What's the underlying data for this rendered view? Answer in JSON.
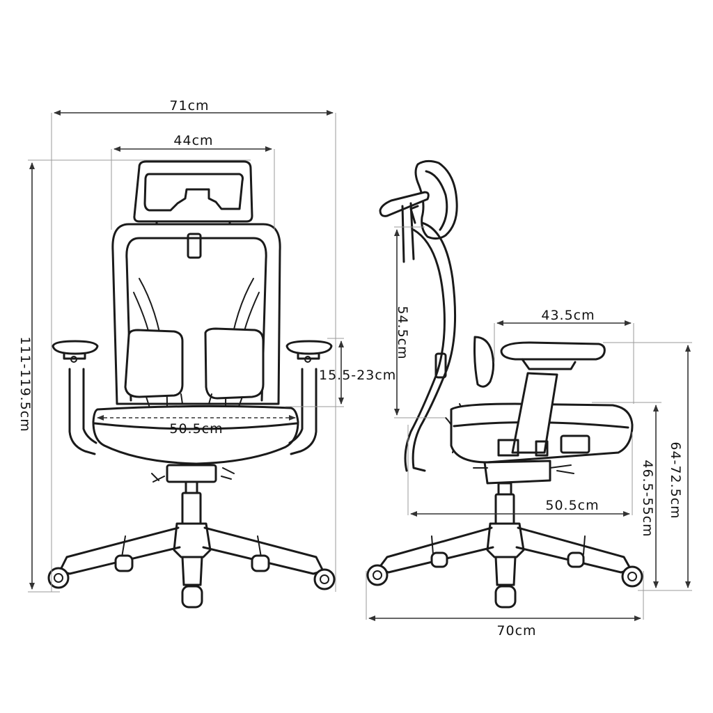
{
  "front_view": {
    "overall_width": "71cm",
    "backrest_width": "44cm",
    "total_height": "111-119.5cm",
    "armrest_adjust": "15.5-23cm",
    "seat_width": "50.5cm"
  },
  "side_view": {
    "backrest_height": "54.5cm",
    "armrest_length": "43.5cm",
    "seat_depth": "50.5cm",
    "seat_height": "46.5-55cm",
    "armrest_height": "64-72.5cm",
    "base_depth": "70cm"
  },
  "colors": {
    "line": "#1a1a1a",
    "dimension": "#333333",
    "background": "#ffffff"
  },
  "icons": [
    "arrow-icon"
  ]
}
